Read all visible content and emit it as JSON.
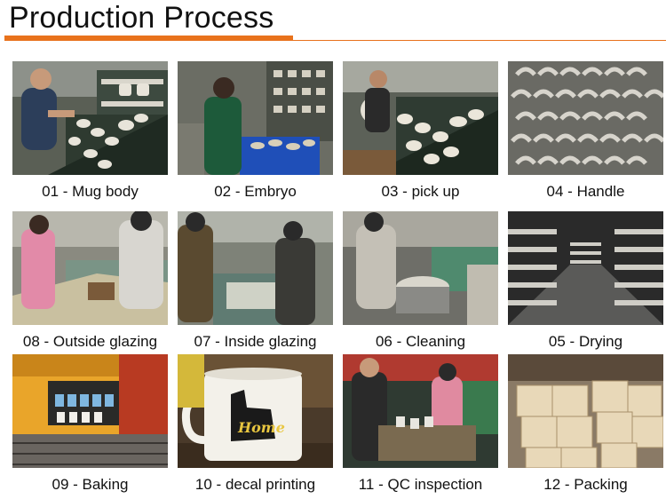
{
  "header": {
    "title": "Production Process"
  },
  "steps": [
    {
      "label": "01 - Mug body",
      "icon": "mug-forming-photo"
    },
    {
      "label": "02 - Embryo",
      "icon": "worker-trimming-photo"
    },
    {
      "label": "03 - pick up",
      "icon": "mug-pickup-photo"
    },
    {
      "label": "04 - Handle",
      "icon": "handle-rack-photo"
    },
    {
      "label": "08 - Outside glazing",
      "icon": "outside-glazing-photo"
    },
    {
      "label": "07 - Inside glazing",
      "icon": "inside-glazing-photo"
    },
    {
      "label": "06 - Cleaning",
      "icon": "cleaning-photo"
    },
    {
      "label": "05 - Drying",
      "icon": "drying-room-photo"
    },
    {
      "label": "09 - Baking",
      "icon": "kiln-baking-photo"
    },
    {
      "label": "10 - decal printing",
      "icon": "decal-mug-photo"
    },
    {
      "label": "11 - QC inspection",
      "icon": "qc-inspection-photo"
    },
    {
      "label": "12 - Packing",
      "icon": "packing-boxes-photo"
    }
  ],
  "decal": {
    "text": "Home"
  },
  "colors": {
    "accent": "#e8721c"
  }
}
